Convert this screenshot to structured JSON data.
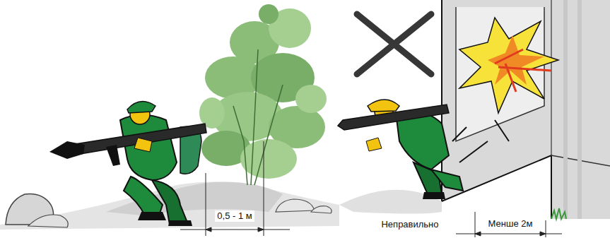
{
  "diagram": {
    "labels": [
      "0,5 - 1 м",
      "Неправильно",
      "Менше 2м"
    ]
  }
}
